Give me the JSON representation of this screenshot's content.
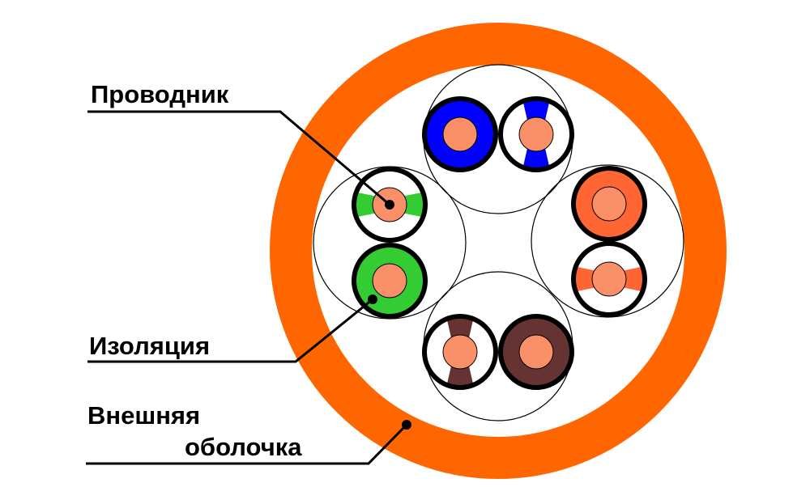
{
  "labels": {
    "conductor": "Проводник",
    "insulation": "Изоляция",
    "jacket_line1": "Внешняя",
    "jacket_line2": "оболочка"
  },
  "colors": {
    "jacket": "#ff6600",
    "copper": "#f99068",
    "blue": "#0000ff",
    "green": "#33cc33",
    "orange": "#ff6633",
    "brown": "#663333"
  },
  "pairs": [
    {
      "name": "blue",
      "solid": "blue",
      "striped": "white-blue"
    },
    {
      "name": "green",
      "solid": "green",
      "striped": "white-green"
    },
    {
      "name": "orange",
      "solid": "orange",
      "striped": "white-orange"
    },
    {
      "name": "brown",
      "solid": "brown",
      "striped": "white-brown"
    }
  ]
}
